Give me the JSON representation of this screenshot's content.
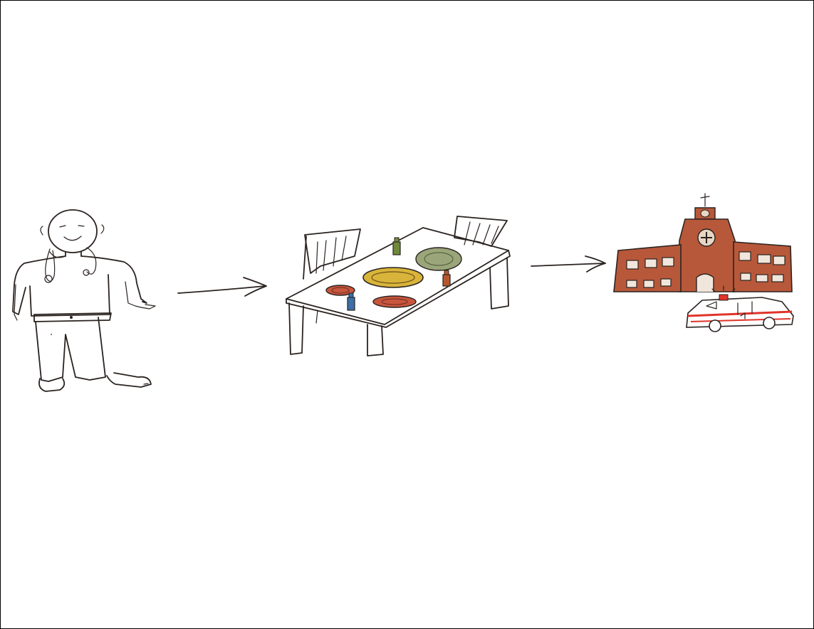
{
  "figure": {
    "panels": [
      {
        "id": "doctor",
        "icon": "doctor-with-stethoscope-icon"
      },
      {
        "id": "dinner-table",
        "icon": "dining-table-with-food-icon"
      },
      {
        "id": "hospital",
        "icon": "hospital-with-ambulance-icon"
      }
    ],
    "arrows": [
      {
        "from": "doctor",
        "to": "dinner-table"
      },
      {
        "from": "dinner-table",
        "to": "hospital"
      }
    ],
    "colors": {
      "ink": "#2a2320",
      "hospital_brick": "#b8583a",
      "ambulance_stripe": "#e0342a",
      "plate_green": "#9aa57a",
      "plate_yellow": "#d9b43a",
      "plate_red": "#c8563e",
      "bottle_blue": "#3d6fa8"
    }
  }
}
